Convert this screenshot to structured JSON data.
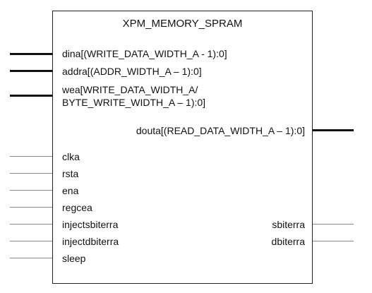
{
  "block": {
    "title": "XPM_MEMORY_SPRAM"
  },
  "inputs": {
    "dina": "dina[(WRITE_DATA_WIDTH_A - 1):0]",
    "addra": "addra[(ADDR_WIDTH_A – 1):0]",
    "wea_line1": "wea[WRITE_DATA_WIDTH_A/",
    "wea_line2": "BYTE_WRITE_WIDTH_A – 1):0]",
    "clka": "clka",
    "rsta": "rsta",
    "ena": "ena",
    "regcea": "regcea",
    "injectsbiterra": "injectsbiterra",
    "injectdbiterra": "injectdbiterra",
    "sleep": "sleep"
  },
  "outputs": {
    "douta": "douta[(READ_DATA_WIDTH_A – 1):0]",
    "sbiterra": "sbiterra",
    "dbiterra": "dbiterra"
  }
}
